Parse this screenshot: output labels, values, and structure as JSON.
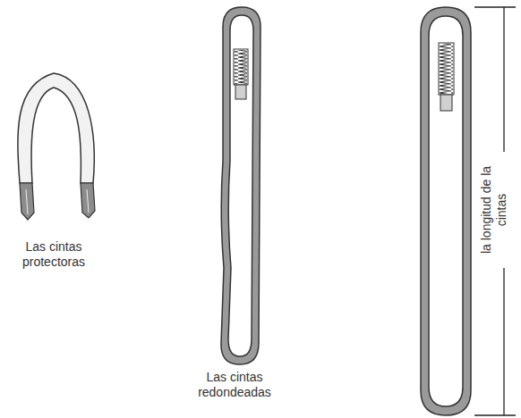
{
  "diagram": {
    "labels": [
      "Las cintas protectoras",
      "Las cintas redondeadas",
      "la longitud de la cintas"
    ]
  }
}
